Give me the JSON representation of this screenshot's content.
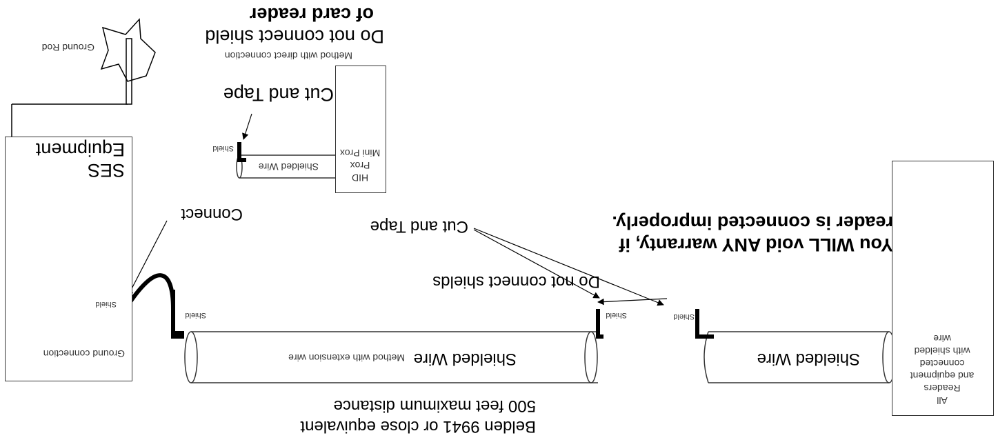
{
  "diagram": {
    "readers_box": {
      "lines": [
        "All",
        "Readers",
        "and equipment",
        "connected",
        "with shielded",
        "wire"
      ]
    },
    "shield_label": "Shield",
    "left_cable": {
      "label": "Shielded Wire"
    },
    "right_cable": {
      "label": "Shielded Wire",
      "method": "Method with extension wire"
    },
    "annotations": {
      "do_not_connect_shields": "Do not connect shields",
      "cut_and_tape": "Cut and Tape",
      "connect": "Connect",
      "warranty_lines": [
        "You WILL void ANY warranty, if",
        "reader is connected improperly."
      ],
      "distance": "500 feet maximum distance",
      "belden": "Belden 9941 or close equivalent"
    },
    "ses_box": {
      "title": "SES",
      "subtitle": "Equipment",
      "ground_connection": "Ground connection"
    },
    "ground_rod": {
      "label": "Ground Rod"
    },
    "hid_box": {
      "lines": [
        "HID",
        "Prox",
        "Mini Prox"
      ]
    },
    "top_section": {
      "shielded_wire": "Shielded Wire",
      "cut_and_tape": "Cut and Tape",
      "method": "Method with direct connection",
      "warning_lines": [
        "Do not connect shield",
        "of card reader"
      ]
    }
  }
}
